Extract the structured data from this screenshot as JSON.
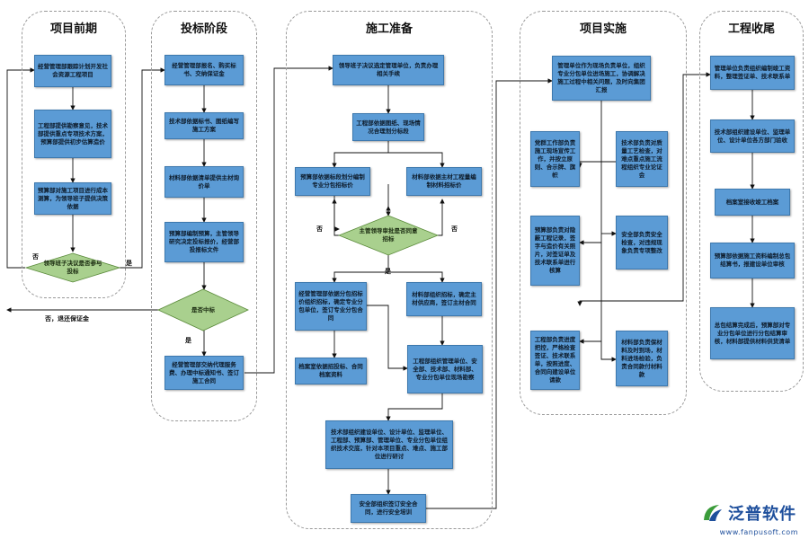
{
  "lanes": [
    {
      "id": "lane1",
      "title": "项目前期"
    },
    {
      "id": "lane2",
      "title": "投标阶段"
    },
    {
      "id": "lane3",
      "title": "施工准备"
    },
    {
      "id": "lane4",
      "title": "项目实施"
    },
    {
      "id": "lane5",
      "title": "工程收尾"
    }
  ],
  "nodes": {
    "l1_a": "经营管理部跟踪计划开发社会资源工程项目",
    "l1_b": "工程部提供勘察意见，技术部提供重点专项技术方案，预算部提供初步估算造价",
    "l1_c": "预算部对施工项目进行成本测算，为领导班子提供决策依据",
    "l1_d": "领导班子决议是否参与投标",
    "l2_a": "经营管理部报名、购买标书、交纳保证金",
    "l2_b": "技术部依据标书、图纸编写施工方案",
    "l2_c": "材料部依据清单提供主材询价单",
    "l2_d": "预算部编制预算，主管领导研究决定投标报价，经营部投报标文件",
    "l2_e": "是否中标",
    "l2_f": "经营管理部交纳代理服务费、办理中标通知书、签订施工合同",
    "l3_a": "领导班子决议选定管理单位，负责办理相关手续",
    "l3_b": "工程部依据图纸、现场情况合理划分标段",
    "l3_c": "预算部依据标段划分编制专业分包招标价",
    "l3_d": "材料部依据主材工程量编制材料招标价",
    "l3_e": "主管领导审批是否同意招标",
    "l3_f": "经营管理部依据分包招标价组织招标，确定专业分包单位，签订专业分包合同",
    "l3_g": "材料部组织招标，确定主材供应商，签订主材合同",
    "l3_h": "档案室依据招投标、合同档案资料",
    "l3_i": "工程部组织管理单位、安全部、技术部、材料部、专业分包单位现场勘察",
    "l3_j": "技术部组织建设单位、设计单位、监理单位、工程部、预算部、管理单位、专业分包单位组织技术交底，针对本项目重点、难点、施工部位进行研讨",
    "l3_k": "安全部组织签订安全合同，进行安全培训",
    "l4_a": "管理单位作为现场负责单位，组织专业分包单位进场施工，协调解决施工过程中相关问题，及时向集团汇报",
    "l4_b": "党群工作部负责施工现场宣传工作，并按立原则、合示牌、旗帜",
    "l4_c": "技术部负责对质量工艺检查，对难点重点施工流程组织专业论证会",
    "l4_d": "预算部负责对隐蔽工程记录，签字与造价有关照片，对签证单及技术联系单进行核算",
    "l4_e": "安全部负责安全检查，对违规现象负责专项整改",
    "l4_f": "工程部负责进度把控，严格检查签证、技术联系单，按照进度、合同向建设单位请款",
    "l4_g": "材料部负责保材料及时到场，材料进场检验，负责合同款付材料款",
    "l5_a": "管理单位负责组织编制竣工资料，整理签证单、技术联系单",
    "l5_b": "技术部组织建设单位、监理单位、设计单位各方部门验收",
    "l5_c": "档案室接收竣工档案",
    "l5_d": "预算部依据施工资料编制总包结算书，报建设单位审核",
    "l5_e": "总包结算完成后，预算部对专业分包单位进行分包结算审核，材料部提供材料供货清单"
  },
  "labels": {
    "l1_no": "否",
    "l1_yes": "是",
    "l2_yes": "是",
    "l2_no_return": "否，退还保证金",
    "l3_no_left": "否",
    "l3_no_right": "否",
    "l3_yes": "是"
  },
  "logo": {
    "text": "泛普软件",
    "url": "www.fanpusoft.com"
  },
  "colors": {
    "box_fill": "#5b9bd5",
    "diamond_fill": "#a9d08e",
    "lane_border": "#9a9a9a",
    "logo": "#1e4f9c"
  }
}
